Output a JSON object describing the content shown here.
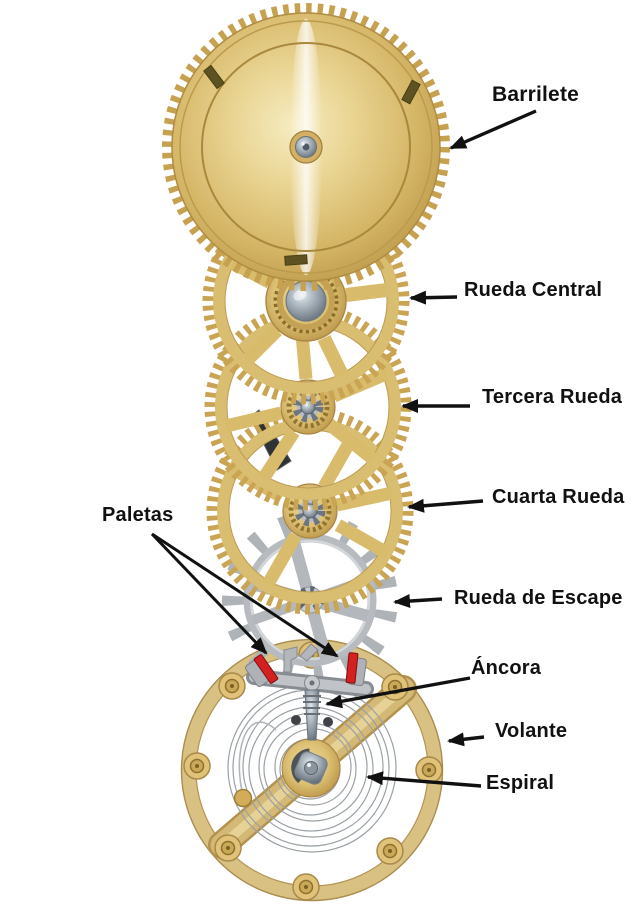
{
  "figure": {
    "background": "#ffffff",
    "labels": {
      "barrilete": "Barrilete",
      "rueda_central": "Rueda Central",
      "tercera_rueda": "Tercera Rueda",
      "cuarta_rueda": "Cuarta Rueda",
      "rueda_de_escape": "Rueda de Escape",
      "ancora": "Áncora",
      "volante": "Volante",
      "espiral": "Espiral",
      "paletas": "Paletas"
    },
    "colors": {
      "gold_mid": "#dcc073",
      "gold_light": "#f6ecc0",
      "gold_dark": "#a8813f",
      "escape_gray": "#b4b8bc",
      "steel": "#8b959e",
      "pallet_red": "#d42020",
      "arrow": "#111111"
    }
  }
}
